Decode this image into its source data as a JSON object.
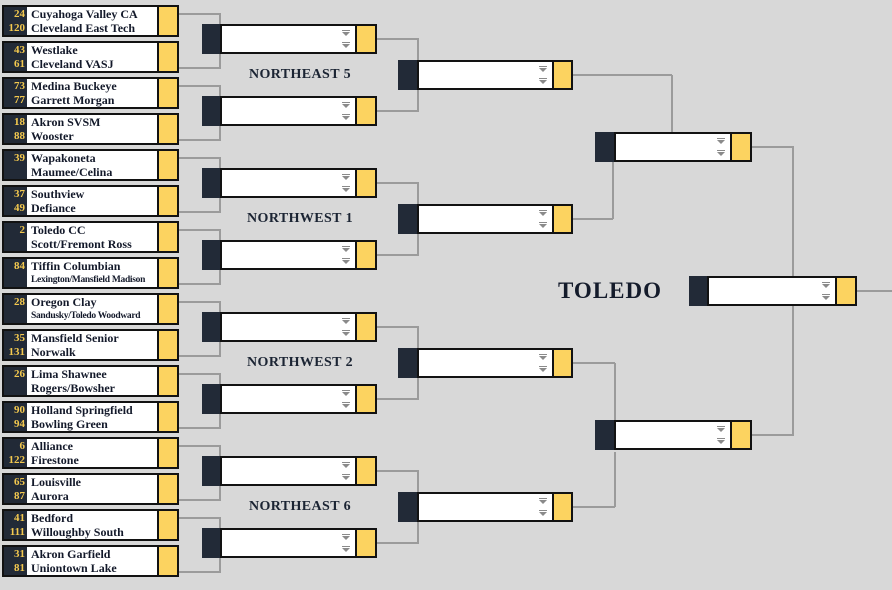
{
  "title": "TOLEDO",
  "regions": [
    {
      "label": "NORTHEAST 5"
    },
    {
      "label": "NORTHWEST 1"
    },
    {
      "label": "NORTHWEST 2"
    },
    {
      "label": "NORTHEAST 6"
    }
  ],
  "colors": {
    "background": "#d8d8d8",
    "navy": "#222a37",
    "gold": "#fcd360",
    "seed_text": "#f4c94f",
    "connector_line": "#9b9b9b",
    "box_border": "#121212"
  },
  "round1": [
    {
      "top": {
        "seed": "24",
        "team": "Cuyahoga Valley CA"
      },
      "bottom": {
        "seed": "120",
        "team": "Cleveland East Tech"
      }
    },
    {
      "top": {
        "seed": "43",
        "team": "Westlake"
      },
      "bottom": {
        "seed": "61",
        "team": "Cleveland VASJ"
      }
    },
    {
      "top": {
        "seed": "73",
        "team": "Medina Buckeye"
      },
      "bottom": {
        "seed": "77",
        "team": "Garrett Morgan"
      }
    },
    {
      "top": {
        "seed": "18",
        "team": "Akron SVSM"
      },
      "bottom": {
        "seed": "88",
        "team": "Wooster"
      }
    },
    {
      "top": {
        "seed": "39",
        "team": "Wapakoneta"
      },
      "bottom": {
        "seed": "",
        "team": "Maumee/Celina"
      }
    },
    {
      "top": {
        "seed": "37",
        "team": "Southview"
      },
      "bottom": {
        "seed": "49",
        "team": "Defiance"
      }
    },
    {
      "top": {
        "seed": "2",
        "team": "Toledo CC"
      },
      "bottom": {
        "seed": "",
        "team": "Scott/Fremont Ross"
      }
    },
    {
      "top": {
        "seed": "84",
        "team": "Tiffin Columbian"
      },
      "bottom": {
        "seed": "",
        "team": "Lexington/Mansfield Madison"
      }
    },
    {
      "top": {
        "seed": "28",
        "team": "Oregon Clay"
      },
      "bottom": {
        "seed": "",
        "team": "Sandusky/Toledo Woodward"
      }
    },
    {
      "top": {
        "seed": "35",
        "team": "Mansfield Senior"
      },
      "bottom": {
        "seed": "131",
        "team": "Norwalk"
      }
    },
    {
      "top": {
        "seed": "26",
        "team": "Lima Shawnee"
      },
      "bottom": {
        "seed": "",
        "team": "Rogers/Bowsher"
      }
    },
    {
      "top": {
        "seed": "90",
        "team": "Holland Springfield"
      },
      "bottom": {
        "seed": "94",
        "team": "Bowling Green"
      }
    },
    {
      "top": {
        "seed": "6",
        "team": "Alliance"
      },
      "bottom": {
        "seed": "122",
        "team": "Firestone"
      }
    },
    {
      "top": {
        "seed": "65",
        "team": "Louisville"
      },
      "bottom": {
        "seed": "87",
        "team": "Aurora"
      }
    },
    {
      "top": {
        "seed": "41",
        "team": "Bedford"
      },
      "bottom": {
        "seed": "111",
        "team": "Willoughby South"
      }
    },
    {
      "top": {
        "seed": "31",
        "team": "Akron Garfield"
      },
      "bottom": {
        "seed": "81",
        "team": "Uniontown Lake"
      }
    }
  ]
}
